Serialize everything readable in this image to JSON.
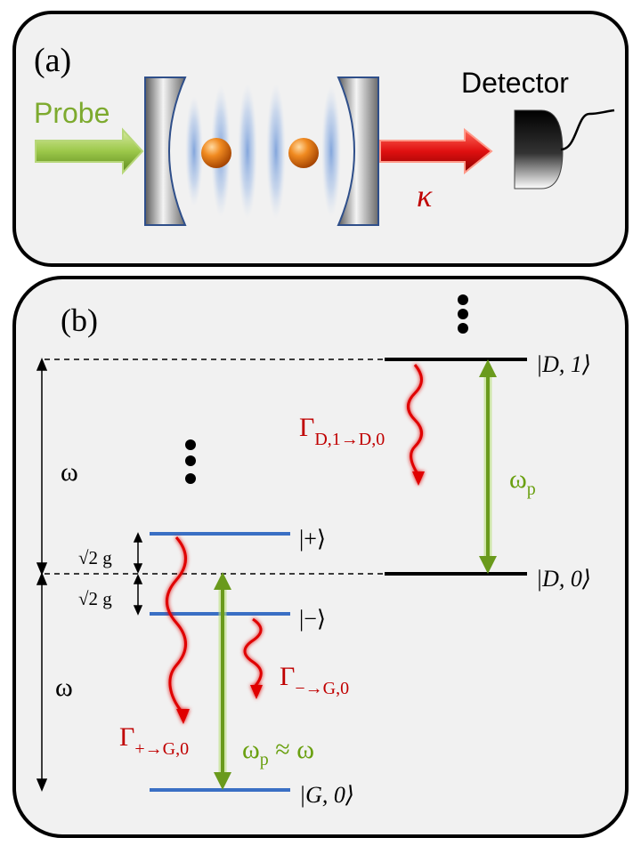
{
  "panel_a": {
    "label": "(a)",
    "probe_label": "Probe",
    "detector_label": "Detector",
    "decay_label": "κ"
  },
  "panel_b": {
    "label": "(b)",
    "omega_label": "ω",
    "coupling_label": "√2 g",
    "states": {
      "d1": "|D, 1⟩",
      "d0": "|D, 0⟩",
      "plus": "|+⟩",
      "minus": "|−⟩",
      "g0": "|G, 0⟩"
    },
    "rates": {
      "gamma_d": {
        "main": "Γ",
        "sub": "D,1→D,0"
      },
      "gamma_plus": {
        "main": "Γ",
        "sub": "+→G,0"
      },
      "gamma_minus": {
        "main": "Γ",
        "sub": "−→G,0"
      }
    },
    "omega_p_label": {
      "main": "ω",
      "sub": "p"
    },
    "resonance_label": {
      "main": "ω",
      "sub": "p",
      "tail": " ≈ ω"
    }
  },
  "colors": {
    "probe_green": "#7daa2e",
    "decay_red": "#e00000",
    "level_blue": "#3a6fc4",
    "level_black": "#000000",
    "text_red": "#c00000",
    "text_green": "#6aa010"
  }
}
